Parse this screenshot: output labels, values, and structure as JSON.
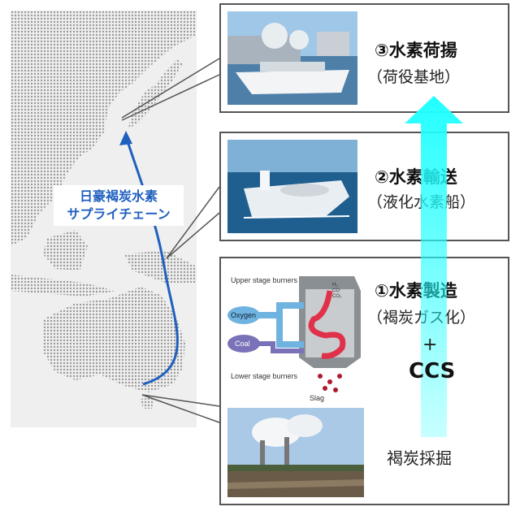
{
  "route_label": {
    "line1": "日豪褐炭水素",
    "line2": "サプライチェーン"
  },
  "stages": [
    {
      "number": "③",
      "title": "水素荷揚",
      "subtitle": "（荷役基地）"
    },
    {
      "number": "②",
      "title": "水素輸送",
      "subtitle": "（液化水素船）"
    },
    {
      "number": "①",
      "title": "水素製造",
      "subtitle": "（褐炭ガス化）"
    }
  ],
  "plus_sign": "+",
  "ccs_label": "CCS",
  "mining_label": "褐炭採掘",
  "gasifier": {
    "upper_burners": "Upper stage burners",
    "lower_burners": "Lower stage burners",
    "oxygen": "Oxygen",
    "coal": "Coal",
    "slag": "Slag",
    "gas_labels": [
      "H₂",
      "CO",
      "CO₂"
    ]
  },
  "colors": {
    "route_blue": "#1f5fbf",
    "arrow_cyan": "#22ffff",
    "oxygen_blue": "#6fb3e0",
    "coal_purple": "#7a72b8",
    "gasifier_red": "#e0304a"
  }
}
